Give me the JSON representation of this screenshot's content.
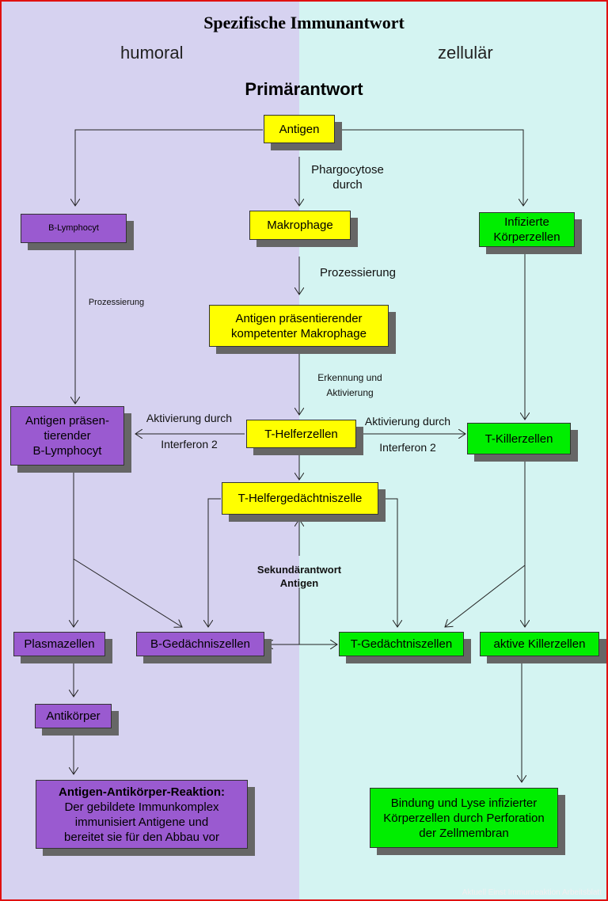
{
  "title": "Spezifische Immunantwort",
  "columns": {
    "left": "humoral",
    "right": "zellulär"
  },
  "subtitle": "Primärantwort",
  "nodes": {
    "antigen": "Antigen",
    "b_lymphocyt": "B-Lymphocyt",
    "makrophage": "Makrophage",
    "infizierte": "Infizierte\nKörperzellen",
    "apc_makrophage": "Antigen präsentierender\nkompetenter Makrophage",
    "apc_b": "Antigen präsen-\ntierender\nB-Lymphocyt",
    "t_helfer": "T-Helferzellen",
    "t_killer": "T-Killerzellen",
    "t_helfer_gedaechtnis": "T-Helfergedächtniszelle",
    "plasmazellen": "Plasmazellen",
    "b_gedaechtnis": "B-Gedächniszellen",
    "t_gedaechtnis": "T-Gedächtniszellen",
    "aktive_killer": "aktive Killerzellen",
    "antikoerper": "Antikörper",
    "reaktion_title": "Antigen-Antikörper-Reaktion:",
    "reaktion_text": "Der gebildete Immunkomplex\nimmunisiert Antigene und\nbereitet sie für den Abbau vor",
    "lyse": "Bindung und Lyse infizierter\nKörperzellen durch Perforation\nder Zellmembran"
  },
  "labels": {
    "phagocytose": "Phargocytose\ndurch",
    "prozessierung_main": "Prozessierung",
    "prozessierung_small": "Prozessierung",
    "erkennung": "Erkennung und\nAktivierung",
    "aktivierung_left": "Aktivierung durch",
    "interferon_left": "Interferon 2",
    "aktivierung_right": "Aktivierung durch",
    "interferon_right": "Interferon 2",
    "sekundaer": "Sekundärantwort\nAntigen"
  },
  "watermark": "Aktuell Einst Immunreaktion Arbeitsblatt",
  "colors": {
    "humoral_bg": "#d6d2f0",
    "zellulaer_bg": "#d4f4f2",
    "yellow": "#ffff00",
    "green": "#00ee00",
    "purple": "#9a5ad0",
    "border": "#e01010"
  }
}
